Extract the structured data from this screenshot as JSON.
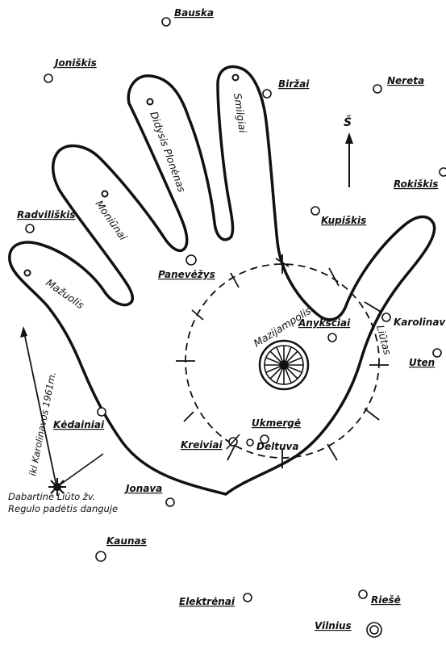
{
  "towns": {
    "bauska": "Bauska",
    "joniskis": "Joniškis",
    "birzai": "Biržai",
    "nereta": "Nereta",
    "rokiskis": "Rokiškis",
    "radviliskis": "Radviliškis",
    "kupiskis": "Kupiškis",
    "panevezys": "Panevėžys",
    "anyksciai": "Anykščiai",
    "karolinava": "Karolinav",
    "utena": "Uten",
    "kedainiai": "Kėdainiai",
    "ukmerge": "Ukmergė",
    "kreiviai": "Kreiviai",
    "deltuva": "Deltuva",
    "jonava": "Jonava",
    "kaunas": "Kaunas",
    "elektrenai": "Elektrėnai",
    "riese": "Riešė",
    "vilnius": "Vilnius"
  },
  "fingers": {
    "smilgiai": "Smilgiai",
    "didysis_plonenas": "Didysis Plonėnas",
    "moniunai": "Moniūnai",
    "mazuolis": "Mažuolis"
  },
  "center_label": "Mazijampolis",
  "liutas_label": "Liūtas",
  "north_label": "Š",
  "arrow_note": "iki Karolinavos 1961m.",
  "star_note": {
    "line1": "Dabartinė Liūto žv.",
    "line2": "Regulo padėtis danguje"
  }
}
